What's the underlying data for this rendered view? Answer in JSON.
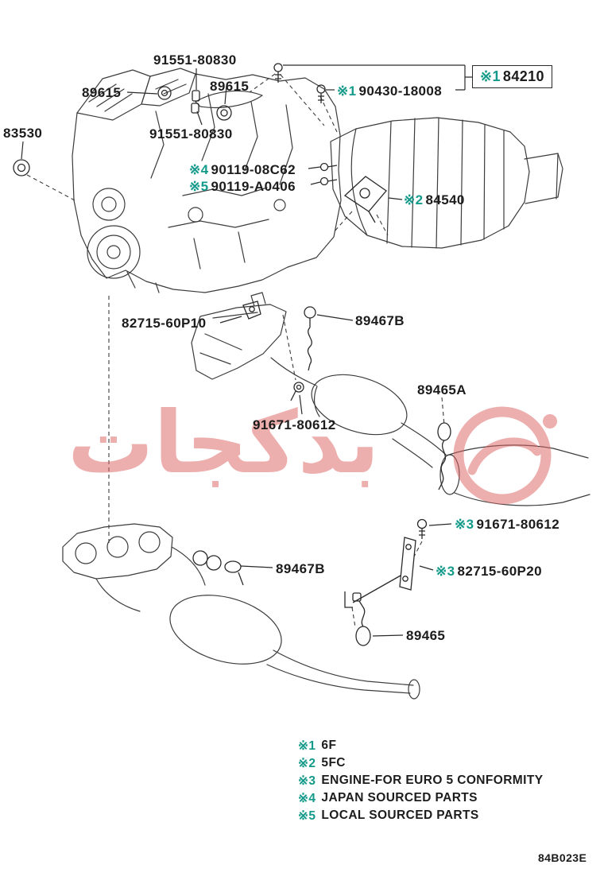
{
  "diagram": {
    "drawing_code": "84B023E",
    "watermark_text": "بدكجات",
    "colors": {
      "mark_color": "#149a8a",
      "text_color": "#1c1c1c",
      "line_color": "#3c3c3c",
      "watermark_color": "#dd6060"
    },
    "labels": {
      "l91551a": {
        "text": "91551-80830"
      },
      "l89615a": {
        "text": "89615"
      },
      "l89615b": {
        "text": "89615"
      },
      "l90430": {
        "mark": "※1",
        "text": "90430-18008"
      },
      "l84210": {
        "mark": "※1",
        "text": "84210"
      },
      "l91551b": {
        "text": "91551-80830"
      },
      "l83530": {
        "text": "83530"
      },
      "l90119a": {
        "mark": "※4",
        "text": "90119-08C62"
      },
      "l90119b": {
        "mark": "※5",
        "text": "90119-A0406"
      },
      "l84540": {
        "mark": "※2",
        "text": "84540"
      },
      "l82715a": {
        "text": "82715-60P10"
      },
      "l89467a": {
        "text": "89467B"
      },
      "l89465a": {
        "text": "89465A"
      },
      "l91671a": {
        "text": "91671-80612"
      },
      "l91671b": {
        "mark": "※3",
        "text": "91671-80612"
      },
      "l89467b": {
        "text": "89467B"
      },
      "l82715b": {
        "mark": "※3",
        "text": "82715-60P20"
      },
      "l89465": {
        "text": "89465"
      }
    },
    "legend": [
      {
        "mark": "※1",
        "text": "6F"
      },
      {
        "mark": "※2",
        "text": "5FC"
      },
      {
        "mark": "※3",
        "text": "ENGINE-FOR EURO 5 CONFORMITY"
      },
      {
        "mark": "※4",
        "text": "JAPAN SOURCED PARTS"
      },
      {
        "mark": "※5",
        "text": "LOCAL SOURCED PARTS"
      }
    ]
  }
}
